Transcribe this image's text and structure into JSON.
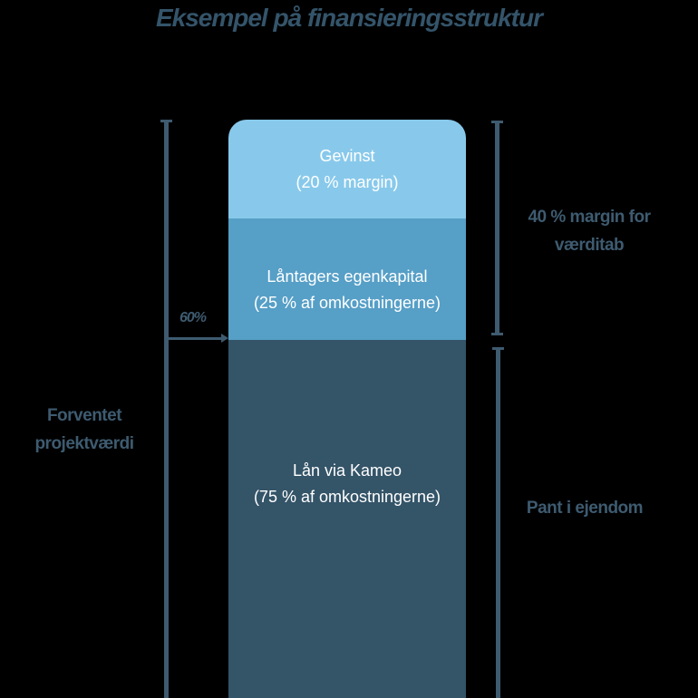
{
  "title": "Eksempel på finansieringsstruktur",
  "bar": {
    "segments": [
      {
        "line1": "Gevinst",
        "line2": "(20 % margin)",
        "color": "#88c9eb"
      },
      {
        "line1": "Låntagers egenkapital",
        "line2": "(25 % af omkostningerne)",
        "color": "#569fc7"
      },
      {
        "line1": "Lån via Kameo",
        "line2": "(75 % af omkostningerne)",
        "color": "#345468"
      }
    ]
  },
  "left_bracket": {
    "label_line1": "Forventet",
    "label_line2": "projektværdi",
    "arrow_label": "60%"
  },
  "right_brackets": {
    "upper": {
      "label_line1": "40 % margin for",
      "label_line2": "værditab"
    },
    "lower": {
      "label": "Pant i ejendom"
    }
  },
  "colors": {
    "text_dark": "#3e5b70",
    "background": "#000000"
  }
}
